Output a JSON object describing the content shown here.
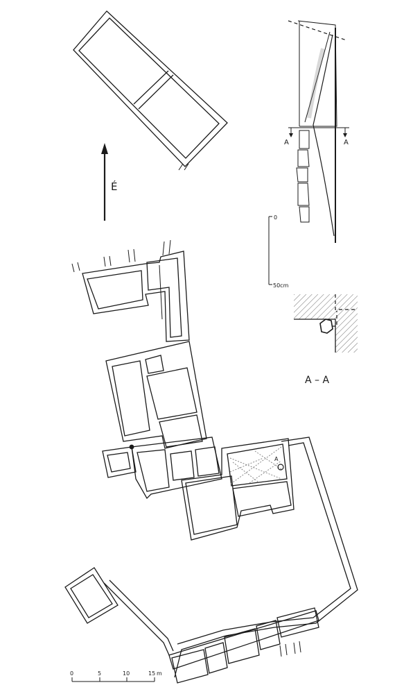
{
  "north_arrow": {
    "label": "É"
  },
  "scale_bar": {
    "ticks": [
      "0",
      "5",
      "10",
      "15"
    ],
    "unit": "m"
  },
  "detail_scale": {
    "top": "0",
    "bottom": "50cm"
  },
  "section_marks": {
    "left": "A",
    "right": "A"
  },
  "plan_marker": {
    "label": "A"
  },
  "section_title": "A – A"
}
